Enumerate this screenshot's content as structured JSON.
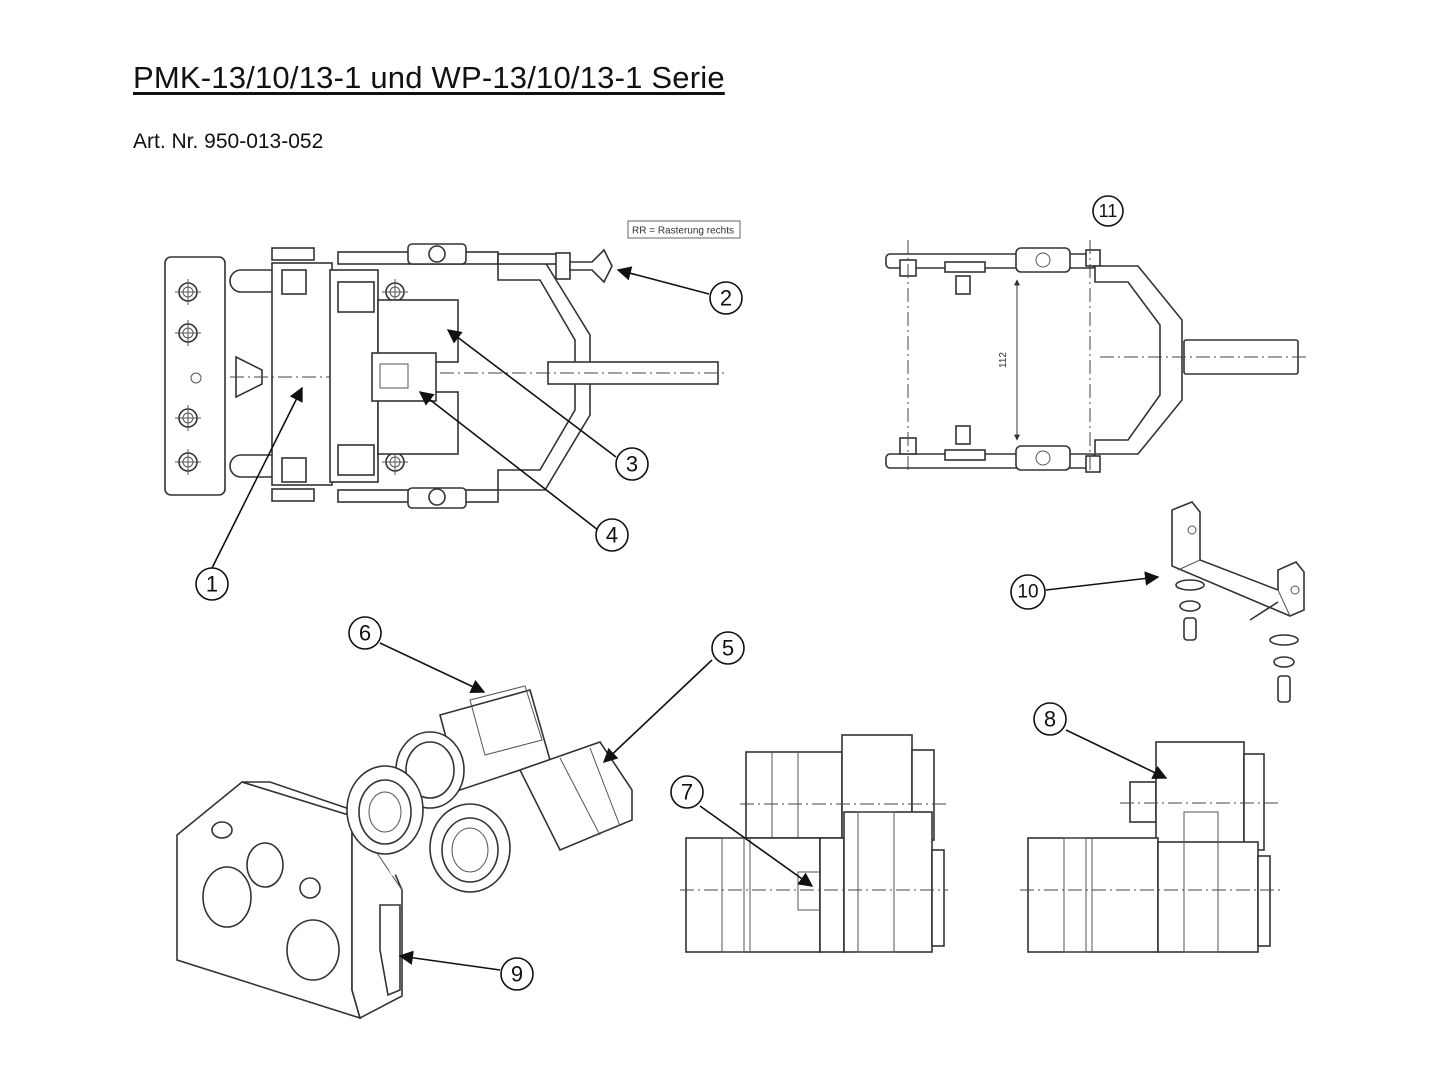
{
  "document": {
    "title": "PMK-13/10/13-1 und WP-13/10/13-1 Serie",
    "subtitle": "Art. Nr. 950-013-052"
  },
  "drawing": {
    "note_label": "RR = Rasterung rechts",
    "dimension_label": "112",
    "callouts": [
      "1",
      "2",
      "3",
      "4",
      "5",
      "6",
      "7",
      "8",
      "9",
      "10",
      "11"
    ]
  }
}
